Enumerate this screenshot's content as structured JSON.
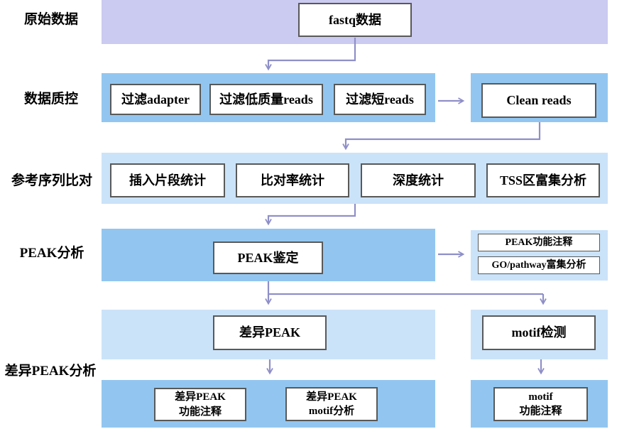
{
  "palette": {
    "band_lavender": "#cbcaf1",
    "band_blue": "#92c6f0",
    "band_light_blue": "#cbe3f9",
    "arrow": "#8f8fc8",
    "box_border": "#595959",
    "box_fill": "#ffffff",
    "text": "#000000"
  },
  "row_labels": {
    "raw": "原始数据",
    "qc": "数据质控",
    "align": "参考序列比对",
    "peak": "PEAK分析",
    "diff": "差异PEAK分析"
  },
  "boxes": {
    "fastq": "fastq数据",
    "filter_adapter": "过滤adapter",
    "filter_low_quality": "过滤低质量reads",
    "filter_short": "过滤短reads",
    "clean_reads": "Clean reads",
    "insert_stats": "插入片段统计",
    "map_rate_stats": "比对率统计",
    "depth_stats": "深度统计",
    "tss_enrich": "TSS区富集分析",
    "peak_calling": "PEAK鉴定",
    "peak_anno": "PEAK功能注释",
    "go_pathway": "GO/pathway富集分析",
    "diff_peak": "差异PEAK",
    "motif_detect": "motif检测",
    "diff_peak_anno": {
      "line1": "差异PEAK",
      "line2": "功能注释"
    },
    "diff_peak_motif": {
      "line1": "差异PEAK",
      "line2": "motif分析"
    },
    "motif_anno": {
      "line1": "motif",
      "line2": "功能注释"
    }
  }
}
